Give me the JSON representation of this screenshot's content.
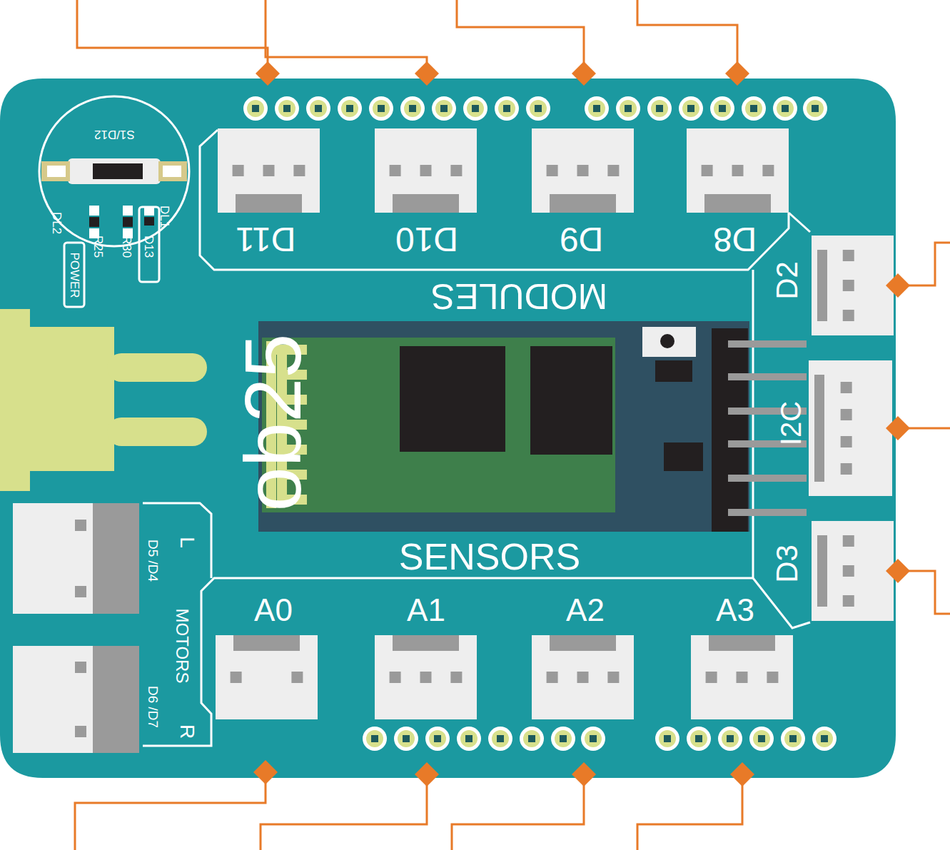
{
  "diagram": {
    "labels": [
      "S1/D12",
      "DL2",
      "POWER",
      "R25",
      "R30",
      "D13",
      "DL1",
      "D11",
      "D10",
      "D9",
      "D8",
      "MODULES",
      "D2",
      "I2C",
      "ob25",
      "D3",
      "SENSORS",
      "L",
      "D5 /D4",
      "MOTORS",
      "D6 /D7",
      "R",
      "A0",
      "A1",
      "A2",
      "A3"
    ]
  }
}
